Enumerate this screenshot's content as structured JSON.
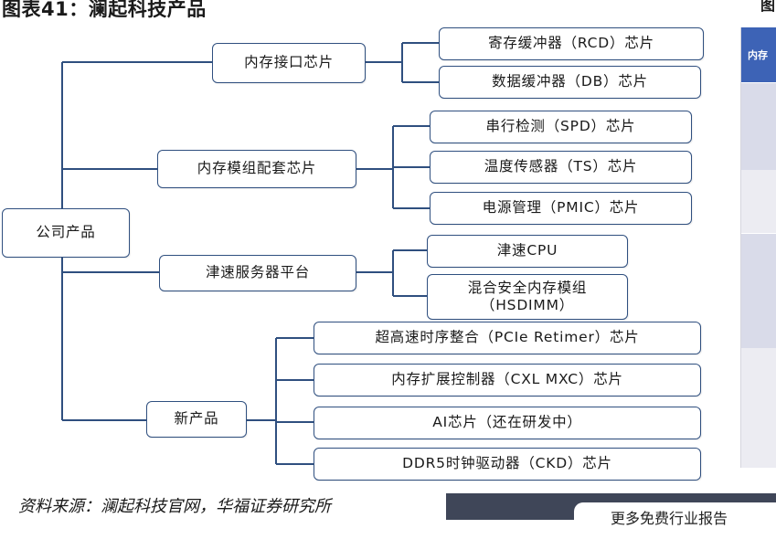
{
  "title": "图表41：澜起科技产品",
  "right_peek_char": "图",
  "tree": {
    "root": "公司产品",
    "branches": [
      {
        "label": "内存接口芯片",
        "children": [
          "寄存缓冲器（RCD）芯片",
          "数据缓冲器（DB）芯片"
        ]
      },
      {
        "label": "内存模组配套芯片",
        "children": [
          "串行检测（SPD）芯片",
          "温度传感器（TS）芯片",
          "电源管理（PMIC）芯片"
        ]
      },
      {
        "label": "津速服务器平台",
        "children": [
          "津速CPU",
          "混合安全内存模组（HSDIMM）"
        ]
      },
      {
        "label": "新产品",
        "children": [
          "超高速时序整合（PCIe Retimer）芯片",
          "内存扩展控制器（CXL MXC）芯片",
          "AI芯片（还在研发中）",
          "DDR5时钟驱动器（CKD）芯片"
        ]
      }
    ]
  },
  "hsdimm_lines": [
    "混合安全内存模组",
    "（HSDIMM）"
  ],
  "source": "资料来源：澜起科技官网，华福证券研究所",
  "right_panel": {
    "header": "内存"
  },
  "promo": {
    "text": "更多免费行业报告"
  },
  "colors": {
    "line": "#2f4f7f",
    "panel_header": "#3d63b6",
    "banner": "#3f4658"
  }
}
